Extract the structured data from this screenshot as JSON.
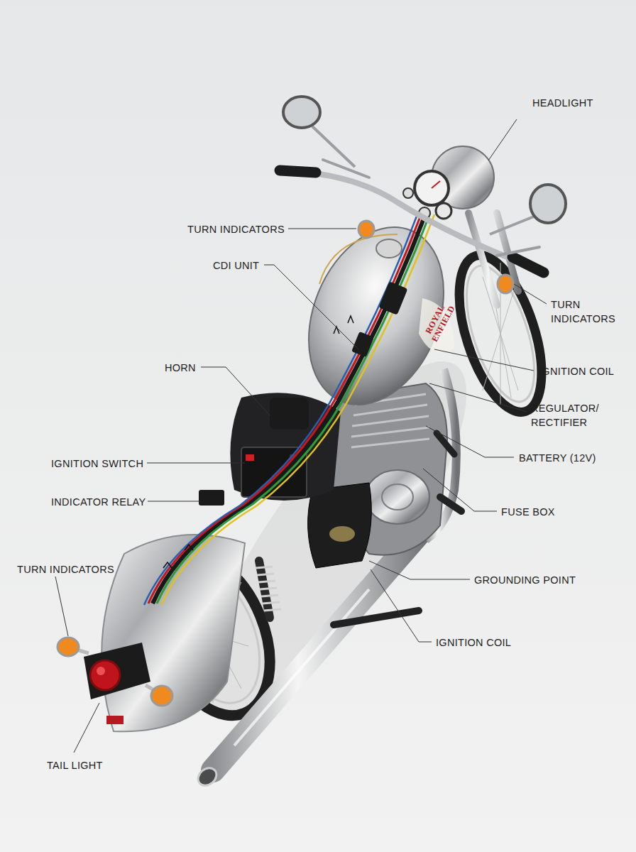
{
  "diagram": {
    "labels": [
      "HEADLIGHT",
      "TURN INDICATORS",
      "CDI UNIT",
      "TURN INDICATORS",
      "ROYAL ENFIELD",
      "HORN",
      "IGNITION COIL",
      "REGULATOR/ RECTIFIER",
      "BATTERY (12V)",
      "IGNITION SWITCH",
      "INDICATOR RELAY",
      "FUSE BOX",
      "TURN INDICATORS",
      "GROUNDING POINT",
      "IGNITION COIL",
      "TAIL LIGHT"
    ]
  }
}
